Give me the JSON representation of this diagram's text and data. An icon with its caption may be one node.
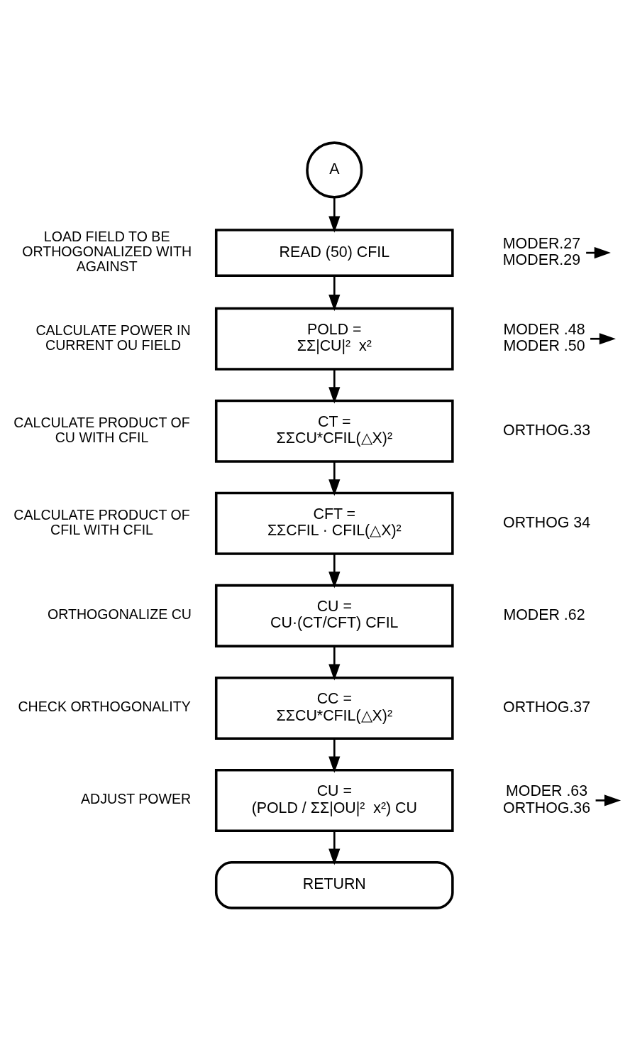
{
  "diagram": {
    "nodes": [
      {
        "text": [
          "A"
        ]
      },
      {
        "text": [
          "READ (50) CFIL"
        ],
        "beside": [
          "LOAD FIELD TO BE ORTHOGONALIZED WITH AGAINST"
        ]
      },
      {
        "text": [
          "POLD =",
          "ΣΣ|CU|²  x²"
        ],
        "beside": [
          "CALCULATE POWER IN CURRENT OU FIELD"
        ]
      },
      {
        "text": [
          "CT =",
          "ΣΣCU*CFIL(△X)²"
        ],
        "beside": [
          "CALCULATE PRODUCT OF CU WITH CFIL"
        ]
      },
      {
        "text": [
          "CFT =",
          "ΣΣCFIL · CFIL(△X)²"
        ],
        "beside": [
          "CALCULATE PRODUCT OF CFIL WITH CFIL"
        ]
      },
      {
        "text": [
          "CU =",
          "CU·(CT/CFT) CFIL"
        ],
        "beside": [
          "ORTHOGONALIZE CU"
        ]
      },
      {
        "text": [
          "CC =",
          "ΣΣCU*CFIL(△X)²"
        ],
        "beside": [
          "CHECK ORTHOGONALITY"
        ]
      },
      {
        "text": [
          "CU =",
          "(POLD / ΣΣ|OU|²  x²) CU"
        ],
        "beside": [
          "ADJUST POWER"
        ]
      },
      {
        "text": [
          "RETURN"
        ]
      },
      {
        "text": [
          "MODER.27",
          "MODER.29"
        ]
      },
      {
        "text": [
          "MODER .48",
          "MODER .50"
        ]
      },
      {
        "text": [
          "ORTHOG.33"
        ]
      },
      {
        "text": [
          "ORTHOG 34"
        ]
      },
      {
        "text": [
          "MODER .62"
        ]
      },
      {
        "text": [
          "ORTHOG.37"
        ]
      },
      {
        "text": [
          "MODER .63",
          "ORTHOG.36"
        ]
      }
    ],
    "edges": [
      {
        "from": 0,
        "to": 1,
        "arrow": "to"
      },
      {
        "from": 1,
        "to": 2,
        "arrow": "to"
      },
      {
        "from": 2,
        "to": 3,
        "arrow": "to"
      },
      {
        "from": 3,
        "to": 4,
        "arrow": "to"
      },
      {
        "from": 4,
        "to": 5,
        "arrow": "to"
      },
      {
        "from": 5,
        "to": 6,
        "arrow": "to"
      },
      {
        "from": 6,
        "to": 7,
        "arrow": "to"
      },
      {
        "from": 7,
        "to": 8,
        "arrow": "to"
      },
      {
        "from": 9,
        "to": null,
        "arrow": "to"
      },
      {
        "from": 10,
        "to": null,
        "arrow": "to"
      },
      {
        "from": 15,
        "to": null,
        "arrow": "to"
      }
    ]
  }
}
